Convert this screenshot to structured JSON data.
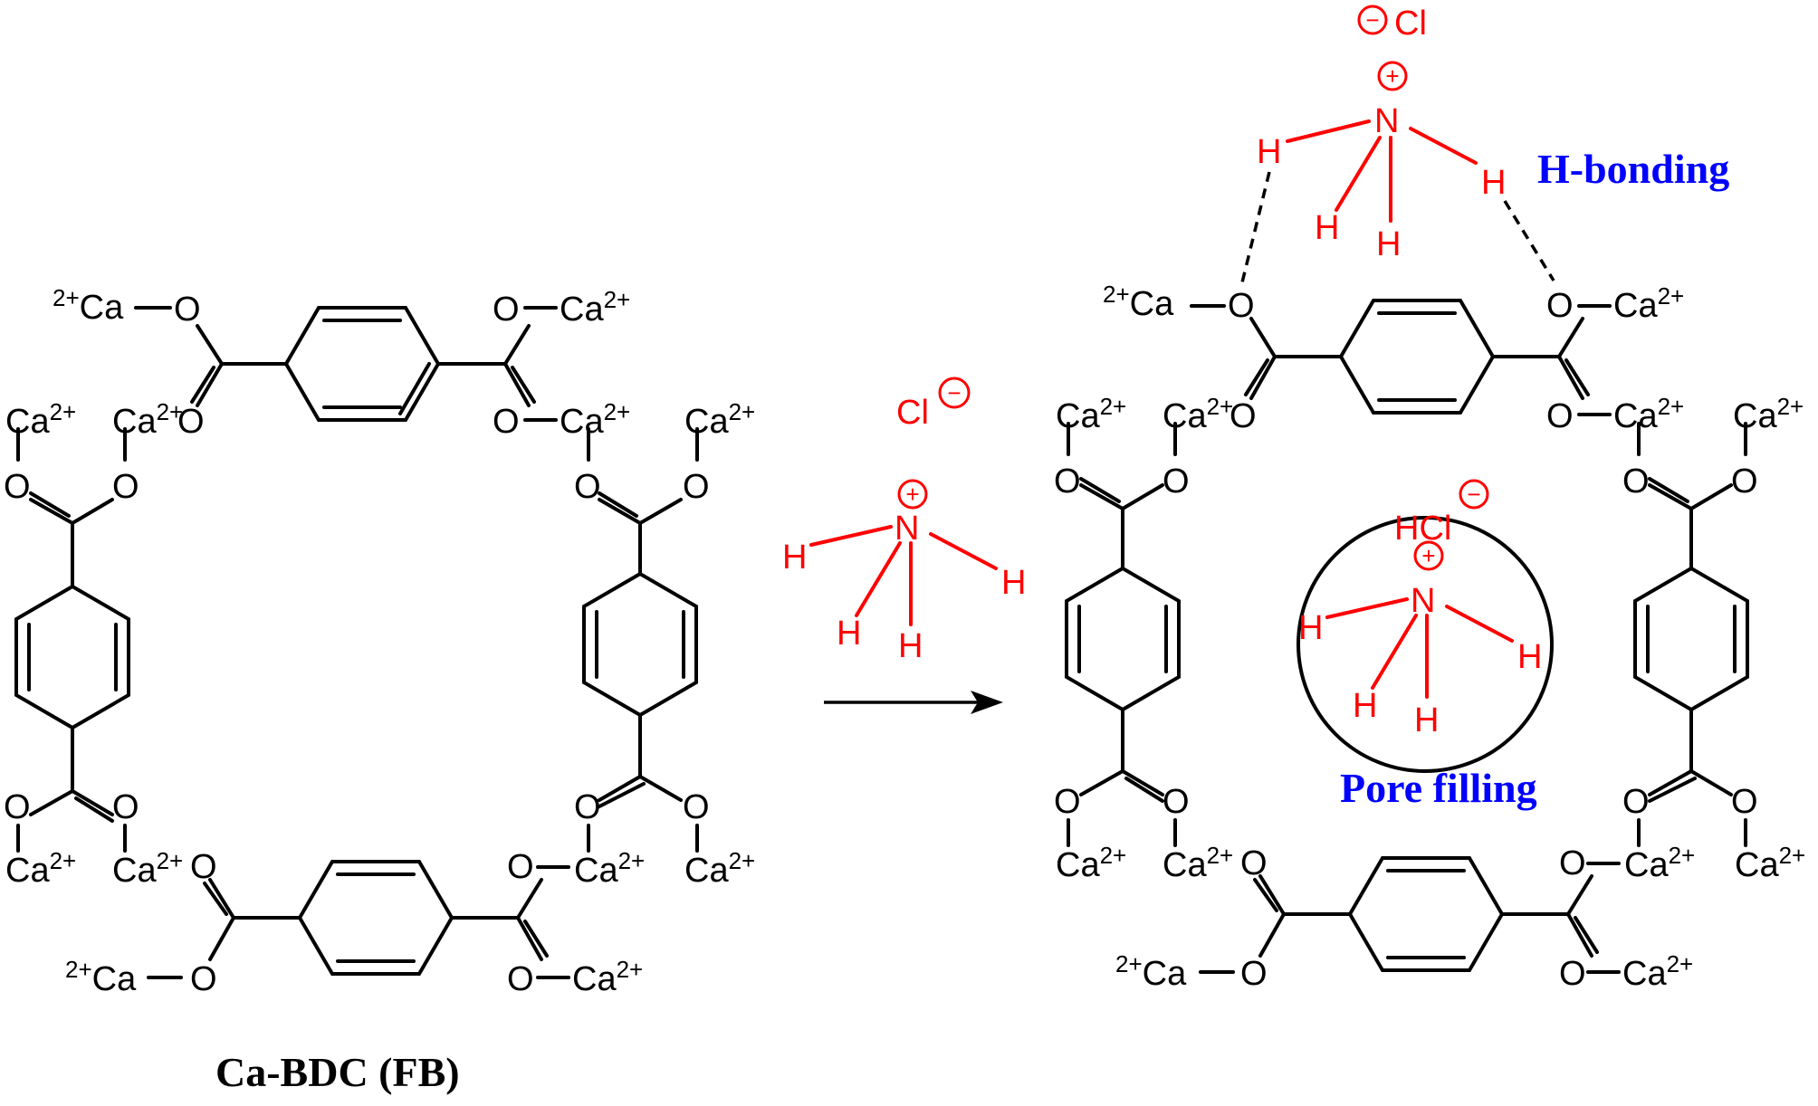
{
  "atoms": {
    "calcium": "Ca",
    "calcium_charge": "2+",
    "oxygen": "O",
    "nitrogen": "N",
    "hydrogen": "H",
    "chloride": "Cl",
    "hcl": "HCl",
    "plus_sign": "+",
    "minus_sign": "−"
  },
  "captions": {
    "left_framework": "Ca-BDC (FB)"
  },
  "labels": {
    "h_bonding": "H-bonding",
    "pore_filling": "Pore filling"
  },
  "colors": {
    "bonds": "#000000",
    "ammonium_chloride": "#ff0000",
    "interaction_labels": "#0000ff",
    "background": "#ffffff"
  }
}
